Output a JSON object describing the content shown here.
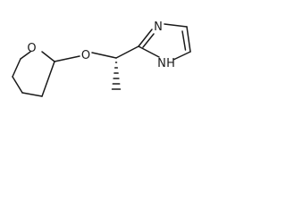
{
  "molecule": {
    "atoms": {
      "ring_oxygen": "O",
      "ether_oxygen": "O",
      "imidazole_n3": "N",
      "imidazole_n1h": "N",
      "imidazole_n1h_h": "H"
    }
  }
}
